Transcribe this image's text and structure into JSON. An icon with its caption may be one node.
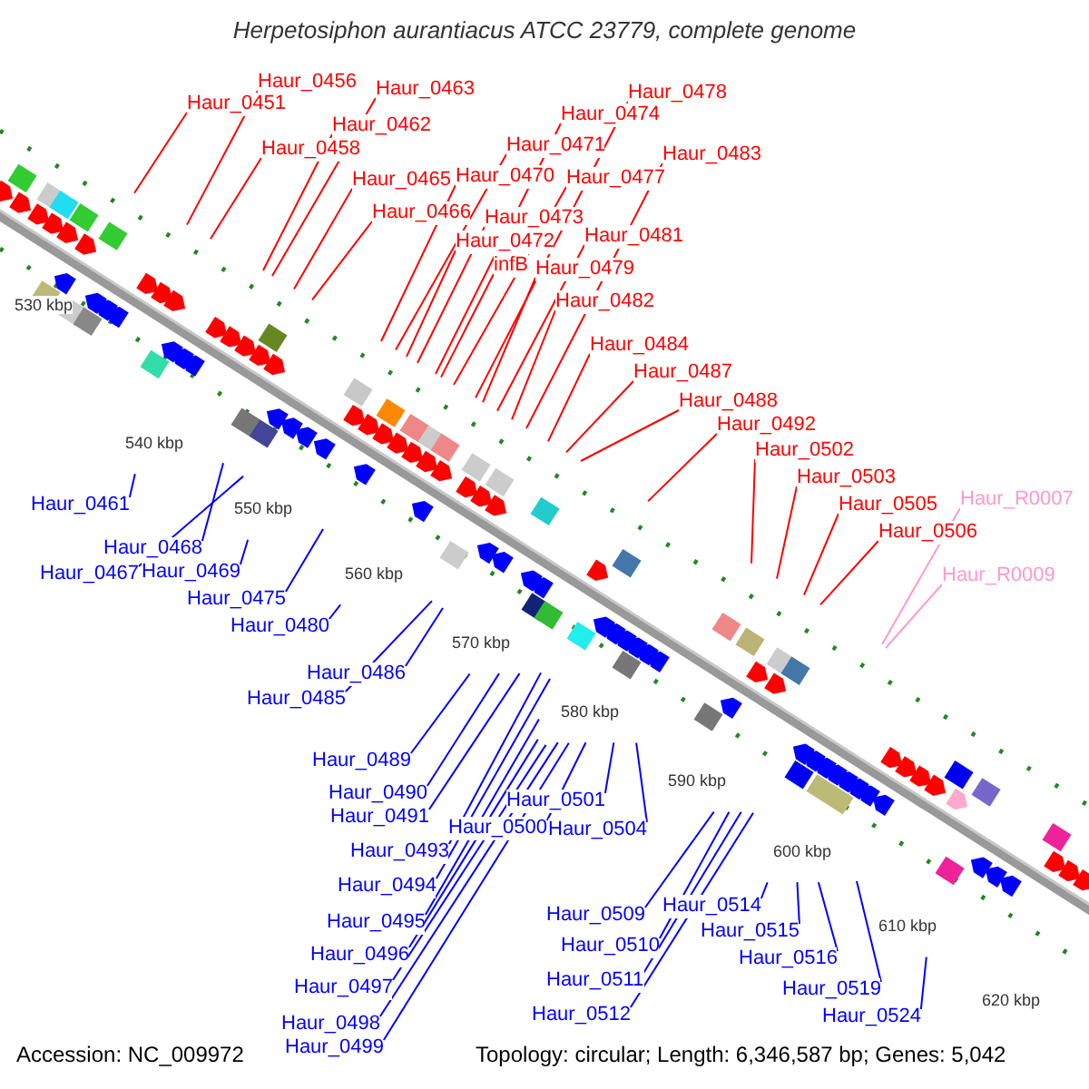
{
  "diagram": {
    "title": "Herpetosiphon aurantiacus ATCC 23779, complete genome",
    "nodes": [
      {
        "text": [
          "Haur_0456"
        ]
      },
      {
        "text": [
          "Haur_0451"
        ]
      },
      {
        "text": [
          "Haur_0463"
        ]
      },
      {
        "text": [
          "Haur_0462"
        ]
      },
      {
        "text": [
          "Haur_0458"
        ]
      },
      {
        "text": [
          "Haur_0465"
        ]
      },
      {
        "text": [
          "Haur_0466"
        ]
      },
      {
        "text": [
          "Haur_0478"
        ]
      },
      {
        "text": [
          "Haur_0474"
        ]
      },
      {
        "text": [
          "Haur_0471"
        ]
      },
      {
        "text": [
          "Haur_0470"
        ]
      },
      {
        "text": [
          "Haur_0477"
        ]
      },
      {
        "text": [
          "Haur_0473"
        ]
      },
      {
        "text": [
          "Haur_0472"
        ]
      },
      {
        "text": [
          "infB"
        ]
      },
      {
        "text": [
          "Haur_0479"
        ]
      },
      {
        "text": [
          "Haur_0481"
        ]
      },
      {
        "text": [
          "Haur_0483"
        ]
      },
      {
        "text": [
          "Haur_0482"
        ]
      },
      {
        "text": [
          "Haur_0484"
        ]
      },
      {
        "text": [
          "Haur_0487"
        ]
      },
      {
        "text": [
          "Haur_0488"
        ]
      },
      {
        "text": [
          "Haur_0492"
        ]
      },
      {
        "text": [
          "Haur_0502"
        ]
      },
      {
        "text": [
          "Haur_0503"
        ]
      },
      {
        "text": [
          "Haur_0505"
        ]
      },
      {
        "text": [
          "Haur_0506"
        ]
      },
      {
        "text": [
          "Haur_R0007"
        ]
      },
      {
        "text": [
          "Haur_R0009"
        ]
      },
      {
        "text": [
          "Haur_0461"
        ]
      },
      {
        "text": [
          "Haur_0468"
        ]
      },
      {
        "text": [
          "Haur_0467"
        ]
      },
      {
        "text": [
          "Haur_0469"
        ]
      },
      {
        "text": [
          "Haur_0475"
        ]
      },
      {
        "text": [
          "Haur_0480"
        ]
      },
      {
        "text": [
          "Haur_0486"
        ]
      },
      {
        "text": [
          "Haur_0485"
        ]
      },
      {
        "text": [
          "Haur_0489"
        ]
      },
      {
        "text": [
          "Haur_0490"
        ]
      },
      {
        "text": [
          "Haur_0491"
        ]
      },
      {
        "text": [
          "Haur_0501"
        ]
      },
      {
        "text": [
          "Haur_0500"
        ]
      },
      {
        "text": [
          "Haur_0504"
        ]
      },
      {
        "text": [
          "Haur_0493"
        ]
      },
      {
        "text": [
          "Haur_0494"
        ]
      },
      {
        "text": [
          "Haur_0509"
        ]
      },
      {
        "text": [
          "Haur_0514"
        ]
      },
      {
        "text": [
          "Haur_0495"
        ]
      },
      {
        "text": [
          "Haur_0515"
        ]
      },
      {
        "text": [
          "Haur_0510"
        ]
      },
      {
        "text": [
          "Haur_0496"
        ]
      },
      {
        "text": [
          "Haur_0516"
        ]
      },
      {
        "text": [
          "Haur_0511"
        ]
      },
      {
        "text": [
          "Haur_0497"
        ]
      },
      {
        "text": [
          "Haur_0519"
        ]
      },
      {
        "text": [
          "Haur_0512"
        ]
      },
      {
        "text": [
          "Haur_0524"
        ]
      },
      {
        "text": [
          "Haur_0498"
        ]
      },
      {
        "text": [
          "Haur_0499"
        ]
      }
    ],
    "edges": [
      {
        "from": 0,
        "to": null,
        "arrow": "none",
        "color": "#ff0000"
      },
      {
        "from": 1,
        "to": null,
        "arrow": "none",
        "color": "#ff0000"
      },
      {
        "from": 2,
        "to": null,
        "arrow": "none",
        "color": "#ff0000"
      },
      {
        "from": 3,
        "to": null,
        "arrow": "none",
        "color": "#ff0000"
      },
      {
        "from": 4,
        "to": null,
        "arrow": "none",
        "color": "#ff0000"
      },
      {
        "from": 5,
        "to": null,
        "arrow": "none",
        "color": "#ff0000"
      },
      {
        "from": 6,
        "to": null,
        "arrow": "none",
        "color": "#ff0000"
      },
      {
        "from": 7,
        "to": null,
        "arrow": "none",
        "color": "#ff0000"
      },
      {
        "from": 8,
        "to": null,
        "arrow": "none",
        "color": "#ff0000"
      },
      {
        "from": 9,
        "to": null,
        "arrow": "none",
        "color": "#ff0000"
      },
      {
        "from": 10,
        "to": null,
        "arrow": "none",
        "color": "#ff0000"
      },
      {
        "from": 11,
        "to": null,
        "arrow": "none",
        "color": "#ff0000"
      },
      {
        "from": 12,
        "to": null,
        "arrow": "none",
        "color": "#ff0000"
      },
      {
        "from": 13,
        "to": null,
        "arrow": "none",
        "color": "#ff0000"
      },
      {
        "from": 14,
        "to": null,
        "arrow": "none",
        "color": "#ff0000"
      },
      {
        "from": 15,
        "to": null,
        "arrow": "none",
        "color": "#ff0000"
      },
      {
        "from": 16,
        "to": null,
        "arrow": "none",
        "color": "#ff0000"
      },
      {
        "from": 17,
        "to": null,
        "arrow": "none",
        "color": "#ff0000"
      },
      {
        "from": 18,
        "to": null,
        "arrow": "none",
        "color": "#ff0000"
      },
      {
        "from": 19,
        "to": null,
        "arrow": "none",
        "color": "#ff0000"
      },
      {
        "from": 20,
        "to": null,
        "arrow": "none",
        "color": "#ff0000"
      },
      {
        "from": 21,
        "to": null,
        "arrow": "none",
        "color": "#ff0000"
      },
      {
        "from": 22,
        "to": null,
        "arrow": "none",
        "color": "#ff0000"
      },
      {
        "from": 23,
        "to": null,
        "arrow": "none",
        "color": "#ff0000"
      },
      {
        "from": 24,
        "to": null,
        "arrow": "none",
        "color": "#ff0000"
      },
      {
        "from": 25,
        "to": null,
        "arrow": "none",
        "color": "#ff0000"
      },
      {
        "from": 26,
        "to": null,
        "arrow": "none",
        "color": "#ff0000"
      },
      {
        "from": 27,
        "to": null,
        "arrow": "none",
        "color": "#ff99cc"
      },
      {
        "from": 28,
        "to": null,
        "arrow": "none",
        "color": "#ff99cc"
      },
      {
        "from": 29,
        "to": null,
        "arrow": "none"
      },
      {
        "from": 30,
        "to": null,
        "arrow": "none"
      },
      {
        "from": 31,
        "to": null,
        "arrow": "none"
      },
      {
        "from": 32,
        "to": null,
        "arrow": "none"
      },
      {
        "from": 33,
        "to": null,
        "arrow": "none"
      },
      {
        "from": 34,
        "to": null,
        "arrow": "none"
      },
      {
        "from": 35,
        "to": null,
        "arrow": "none"
      },
      {
        "from": 36,
        "to": null,
        "arrow": "none"
      },
      {
        "from": 37,
        "to": null,
        "arrow": "none"
      },
      {
        "from": 38,
        "to": null,
        "arrow": "none"
      },
      {
        "from": 39,
        "to": null,
        "arrow": "none"
      },
      {
        "from": 40,
        "to": null,
        "arrow": "none"
      },
      {
        "from": 41,
        "to": null,
        "arrow": "none"
      },
      {
        "from": 42,
        "to": null,
        "arrow": "none"
      },
      {
        "from": 43,
        "to": null,
        "arrow": "none"
      },
      {
        "from": 44,
        "to": null,
        "arrow": "none"
      },
      {
        "from": 45,
        "to": null,
        "arrow": "none"
      },
      {
        "from": 46,
        "to": null,
        "arrow": "none"
      },
      {
        "from": 47,
        "to": null,
        "arrow": "none"
      },
      {
        "from": 48,
        "to": null,
        "arrow": "none"
      },
      {
        "from": 49,
        "to": null,
        "arrow": "none"
      },
      {
        "from": 50,
        "to": null,
        "arrow": "none"
      },
      {
        "from": 51,
        "to": null,
        "arrow": "none"
      },
      {
        "from": 52,
        "to": null,
        "arrow": "none"
      },
      {
        "from": 53,
        "to": null,
        "arrow": "none"
      },
      {
        "from": 54,
        "to": null,
        "arrow": "none"
      },
      {
        "from": 55,
        "to": null,
        "arrow": "none"
      },
      {
        "from": 56,
        "to": null,
        "arrow": "none"
      },
      {
        "from": 57,
        "to": null,
        "arrow": "none"
      },
      {
        "from": 58,
        "to": null,
        "arrow": "none"
      }
    ],
    "labels": [
      "530 kbp",
      "540 kbp",
      "550 kbp",
      "560 kbp",
      "570 kbp",
      "580 kbp",
      "590 kbp",
      "600 kbp",
      "610 kbp",
      "620 kbp",
      "Accession: NC_009972",
      "Topology: circular; Length: 6,346,587 bp; Genes: 5,042"
    ]
  }
}
